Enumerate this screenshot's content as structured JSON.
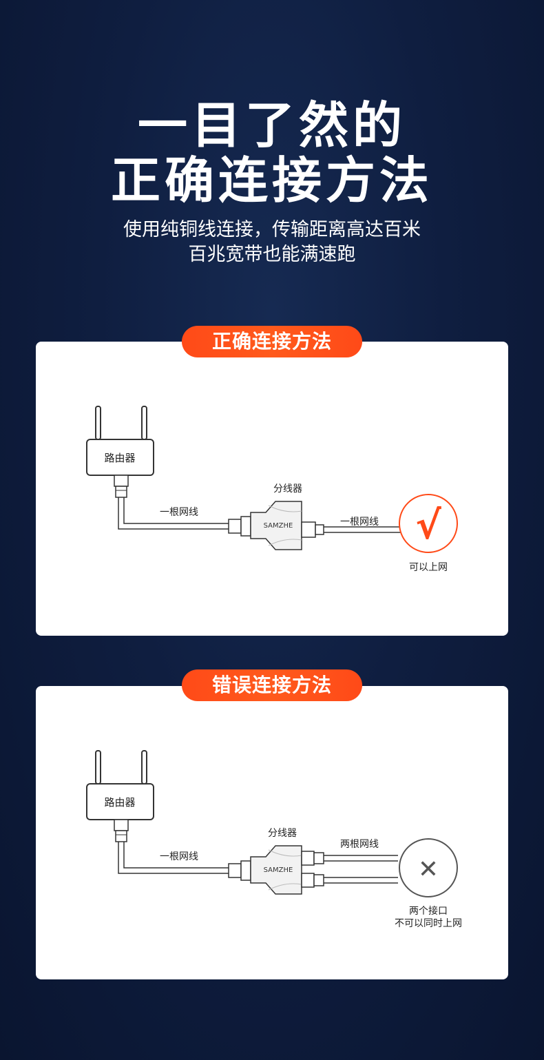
{
  "hero": {
    "title_line1": "一目了然的",
    "title_line2": "正确连接方法",
    "subtitle_line1": "使用纯铜线连接，传输距离高达百米",
    "subtitle_line2": "百兆宽带也能满速跑"
  },
  "correct": {
    "badge": "正确连接方法",
    "router_label": "路由器",
    "splitter_label": "分线器",
    "splitter_brand": "SAMZHE",
    "cable1_label": "一根网线",
    "cable2_label": "一根网线",
    "result_symbol": "√",
    "result_text": "可以上网",
    "result_color": "#ff4a18"
  },
  "wrong": {
    "badge": "错误连接方法",
    "router_label": "路由器",
    "splitter_label": "分线器",
    "splitter_brand": "SAMZHE",
    "cable1_label": "一根网线",
    "cable2_label": "两根网线",
    "result_symbol": "✕",
    "result_text_line1": "两个接口",
    "result_text_line2": "不可以同时上网",
    "result_color": "#555555"
  }
}
